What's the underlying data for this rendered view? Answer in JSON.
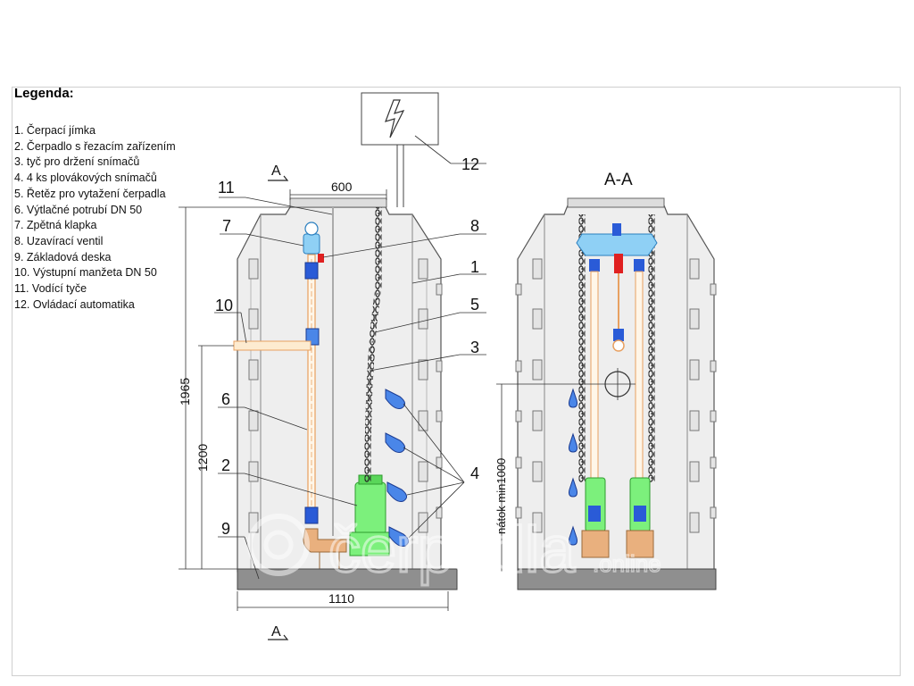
{
  "legend": {
    "title": "Legenda:",
    "items": [
      "1.  Čerpací jímka",
      "2.  Čerpadlo s řezacím zařízením",
      "3.  tyč pro držení snímačů",
      "4.  4 ks plovákových snímačů",
      "5.  Řetěz pro vytažení čerpadla",
      "6.  Výtlačné potrubí DN 50",
      "7.  Zpětná klapka",
      "8.  Uzavírací ventil",
      "9.  Základová deska",
      "10. Výstupní manžeta DN 50",
      "11. Vodící tyče",
      "12. Ovládací automatika"
    ]
  },
  "callouts": {
    "c1": "1",
    "c2": "2",
    "c3": "3",
    "c4": "4",
    "c5": "5",
    "c6": "6",
    "c7": "7",
    "c8": "8",
    "c9": "9",
    "c10": "10",
    "c11": "11",
    "c12": "12"
  },
  "dimensions": {
    "top_width": "600",
    "base_width": "1110",
    "total_height": "1965",
    "inlet_height": "1200",
    "inlet_note": "nátok min1000"
  },
  "section": {
    "marker_top": "A",
    "marker_bottom": "A",
    "title": "A-A"
  },
  "watermark": {
    "brand": "čerpadla",
    "suffix": ".online"
  },
  "colors": {
    "tank_fill": "#eeeeee",
    "outline": "#555555",
    "pump_green": "#7cf07c",
    "pipe_orange": "#e8a060",
    "valve_blue": "#2a5bd7",
    "float_blue": "#4a86e8",
    "valve_red": "#e02020",
    "base_gray": "#8f8f8f"
  }
}
